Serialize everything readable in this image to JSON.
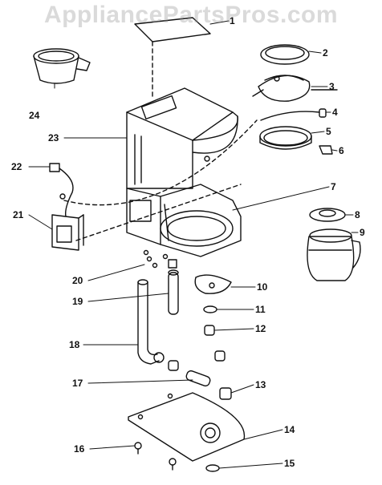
{
  "watermark": "AppliancePartsPros.com",
  "callouts": [
    {
      "id": "1",
      "label": "1"
    },
    {
      "id": "2",
      "label": "2"
    },
    {
      "id": "3",
      "label": "3"
    },
    {
      "id": "4",
      "label": "4"
    },
    {
      "id": "5",
      "label": "5"
    },
    {
      "id": "6",
      "label": "6"
    },
    {
      "id": "7",
      "label": "7"
    },
    {
      "id": "8",
      "label": "8"
    },
    {
      "id": "9",
      "label": "9"
    },
    {
      "id": "10",
      "label": "10"
    },
    {
      "id": "11",
      "label": "11"
    },
    {
      "id": "12",
      "label": "12"
    },
    {
      "id": "13",
      "label": "13"
    },
    {
      "id": "14",
      "label": "14"
    },
    {
      "id": "15",
      "label": "15"
    },
    {
      "id": "16",
      "label": "16"
    },
    {
      "id": "17",
      "label": "17"
    },
    {
      "id": "18",
      "label": "18"
    },
    {
      "id": "19",
      "label": "19"
    },
    {
      "id": "20",
      "label": "20"
    },
    {
      "id": "21",
      "label": "21"
    },
    {
      "id": "22",
      "label": "22"
    },
    {
      "id": "23",
      "label": "23"
    },
    {
      "id": "24",
      "label": "24"
    }
  ],
  "colors": {
    "line": "#111111",
    "watermark": "#969696",
    "background": "#ffffff"
  }
}
